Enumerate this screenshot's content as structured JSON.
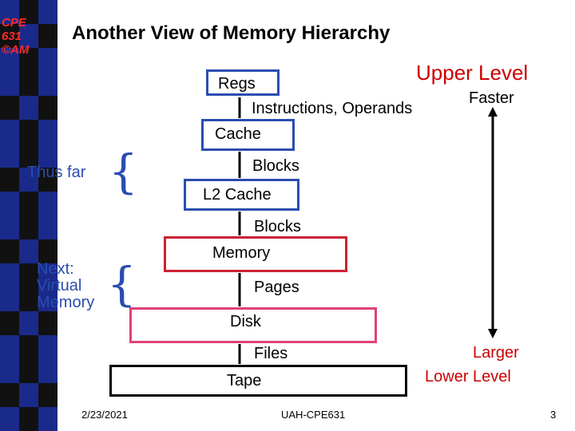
{
  "sidebar": {
    "logo_lines": [
      "CPE",
      "631",
      "©AM"
    ],
    "colors": [
      "#1a2a8a",
      "#2c86c9",
      "#3bd1c8",
      "#111111",
      "#4d7a3a",
      "#8ac83c"
    ]
  },
  "slide": {
    "title": "Another View of Memory Hierarchy",
    "levels": {
      "regs": "Regs",
      "cache": "Cache",
      "l2": "L2 Cache",
      "memory": "Memory",
      "disk": "Disk",
      "tape": "Tape"
    },
    "transfers": {
      "instr_operands": "Instructions, Operands",
      "blocks1": "Blocks",
      "blocks2": "Blocks",
      "pages": "Pages",
      "files": "Files"
    },
    "side_labels": {
      "upper_level": "Upper Level",
      "faster": "Faster",
      "larger": "Larger",
      "lower_level": "Lower Level"
    },
    "notes": {
      "thus_far": "Thus far",
      "next_line1": "Next:",
      "next_line2": "Virtual",
      "next_line3": "Memory"
    },
    "footer": {
      "date": "2/23/2021",
      "course": "UAH-CPE631",
      "page": "3"
    },
    "accent_colors": {
      "blue": "#2b4db0",
      "red": "#cc0000",
      "note_blue": "#2b4db0"
    }
  }
}
